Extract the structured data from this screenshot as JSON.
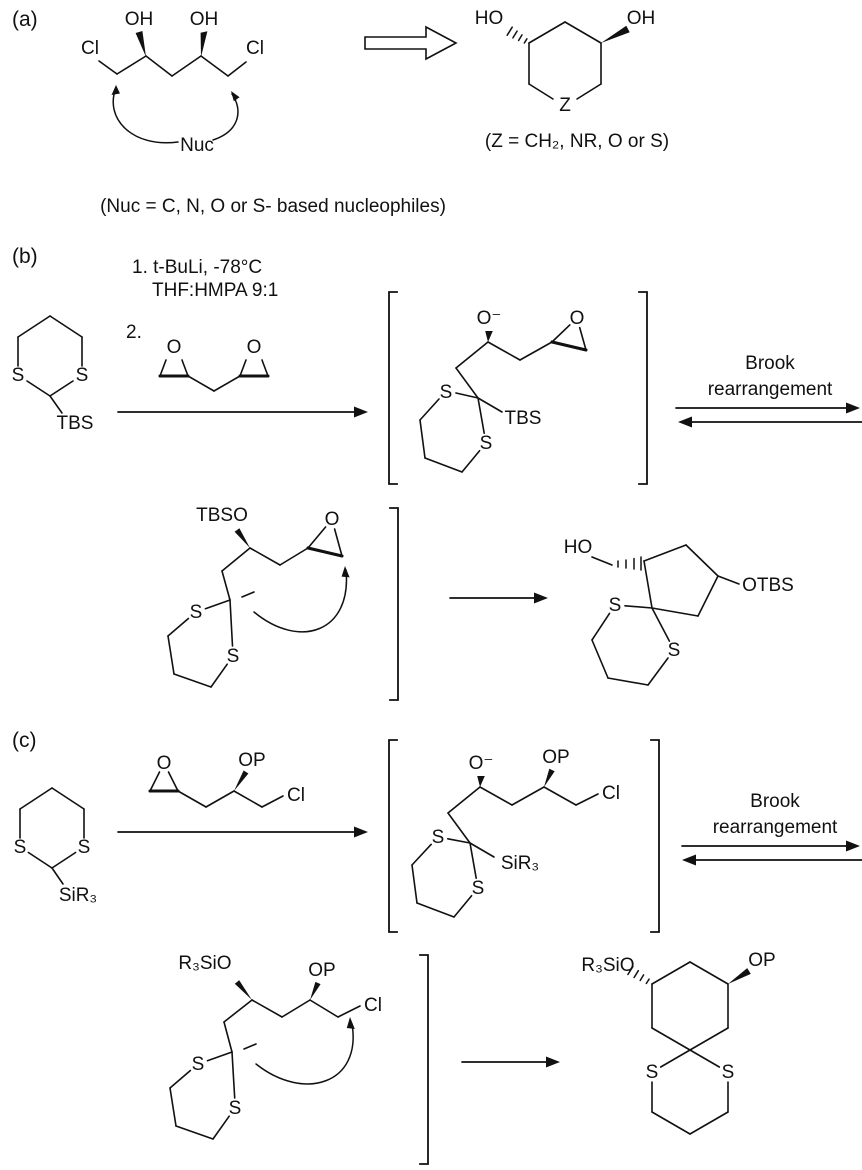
{
  "panel_a": {
    "label": "(a)",
    "dichloro_diol": {
      "cl_left": "Cl",
      "cl_right": "Cl",
      "oh_left": "OH",
      "oh_right": "OH",
      "nuc": "Nuc"
    },
    "heterocycle": {
      "ho": "HO",
      "oh": "OH",
      "z": "Z"
    },
    "z_note": "(Z = CH₂, NR, O or S)",
    "nuc_note": "(Nuc = C, N, O or S- based nucleophiles)"
  },
  "panel_b": {
    "label": "(b)",
    "conditions": {
      "line1": "1. t-BuLi, -78°C",
      "line2": "THF:HMPA 9:1",
      "step2": "2."
    },
    "dithiane_tbs": {
      "s_left": "S",
      "s_right": "S",
      "tbs": "TBS"
    },
    "bis_epoxide": {
      "o_left": "O",
      "o_right": "O"
    },
    "intermediate1": {
      "s_upper": "S",
      "s_lower": "S",
      "tbs": "TBS",
      "alkoxide": "O⁻",
      "epoxide_o": "O"
    },
    "brook": {
      "line1": "Brook",
      "line2": "rearrangement"
    },
    "intermediate2": {
      "tbso": "TBSO",
      "epoxide_o": "O",
      "s_upper": "S",
      "s_lower": "S"
    },
    "product": {
      "ho": "HO",
      "otbs": "OTBS",
      "s_left": "S",
      "s_right": "S"
    }
  },
  "panel_c": {
    "label": "(c)",
    "dithiane_silyl": {
      "s_left": "S",
      "s_right": "S",
      "sir3": "SiR₃"
    },
    "chloro_epoxide": {
      "o": "O",
      "op": "OP",
      "cl": "Cl"
    },
    "intermediate1": {
      "s_upper": "S",
      "s_lower": "S",
      "sir3": "SiR₃",
      "alkoxide": "O⁻",
      "op": "OP",
      "cl": "Cl"
    },
    "brook": {
      "line1": "Brook",
      "line2": "rearrangement"
    },
    "intermediate2": {
      "r3sio": "R₃SiO",
      "op": "OP",
      "cl": "Cl",
      "s_upper": "S",
      "s_lower": "S"
    },
    "product": {
      "r3sio": "R₃SiO",
      "op": "OP",
      "s_left": "S",
      "s_right": "S"
    }
  }
}
